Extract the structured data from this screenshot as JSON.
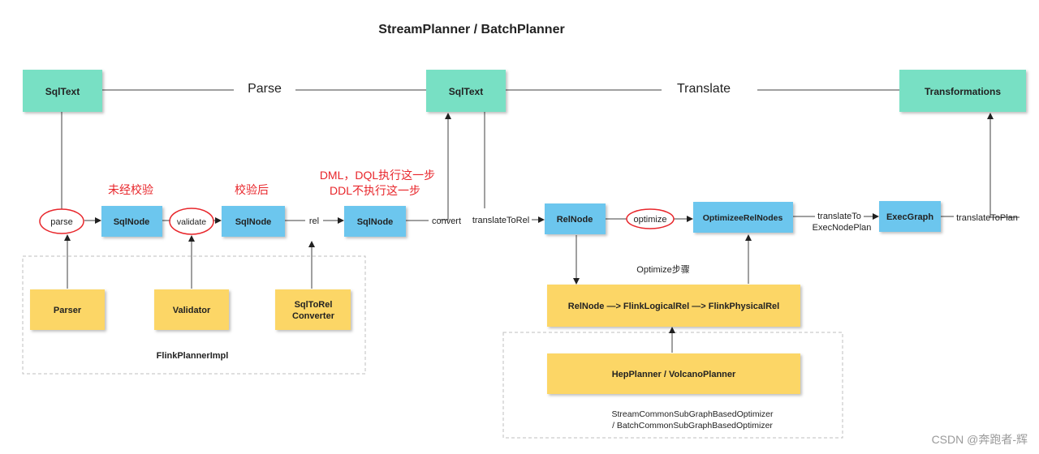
{
  "title": "StreamPlanner / BatchPlanner",
  "top": {
    "sqltext_left": "SqlText",
    "parse": "Parse",
    "sqltext_mid": "SqlText",
    "translate": "Translate",
    "transformations": "Transformations"
  },
  "annotations": {
    "unvalidated": "未经校验",
    "validated": "校验后",
    "dml_line1": "DML，DQL执行这一步",
    "dml_line2": "DDL不执行这一步",
    "optimize_steps": "Optimize步骤"
  },
  "flow": {
    "parse": "parse",
    "sqlnode1": "SqlNode",
    "validate": "validate",
    "sqlnode2": "SqlNode",
    "rel": "rel",
    "sqlnode3": "SqlNode",
    "convert": "convert",
    "translate_to_rel": "translateToRel",
    "relnode": "RelNode",
    "optimize": "optimize",
    "optimized_rel_nodes": "OptimizeeRelNodes",
    "translate_to_exec_1": "translateTo",
    "translate_to_exec_2": "ExecNodePlan",
    "exec_graph": "ExecGraph",
    "translate_to_plan": "translateToPlan"
  },
  "tools": {
    "parser": "Parser",
    "validator": "Validator",
    "sqltorel_1": "SqlToRel",
    "sqltorel_2": "Converter",
    "flink_planner_impl": "FlinkPlannerImpl",
    "rel_chain": "RelNode —> FlinkLogicalRel —>  FlinkPhysicalRel",
    "planners": "HepPlanner / VolcanoPlanner",
    "optimizer_1": "StreamCommonSubGraphBasedOptimizer",
    "optimizer_2": "/ BatchCommonSubGraphBasedOptimizer"
  },
  "watermark": "CSDN @奔跑者-辉",
  "colors": {
    "green": "#78e0c4",
    "blue": "#6cc6ee",
    "yellow": "#fcd666",
    "red": "#e8262b",
    "line": "#404040"
  }
}
